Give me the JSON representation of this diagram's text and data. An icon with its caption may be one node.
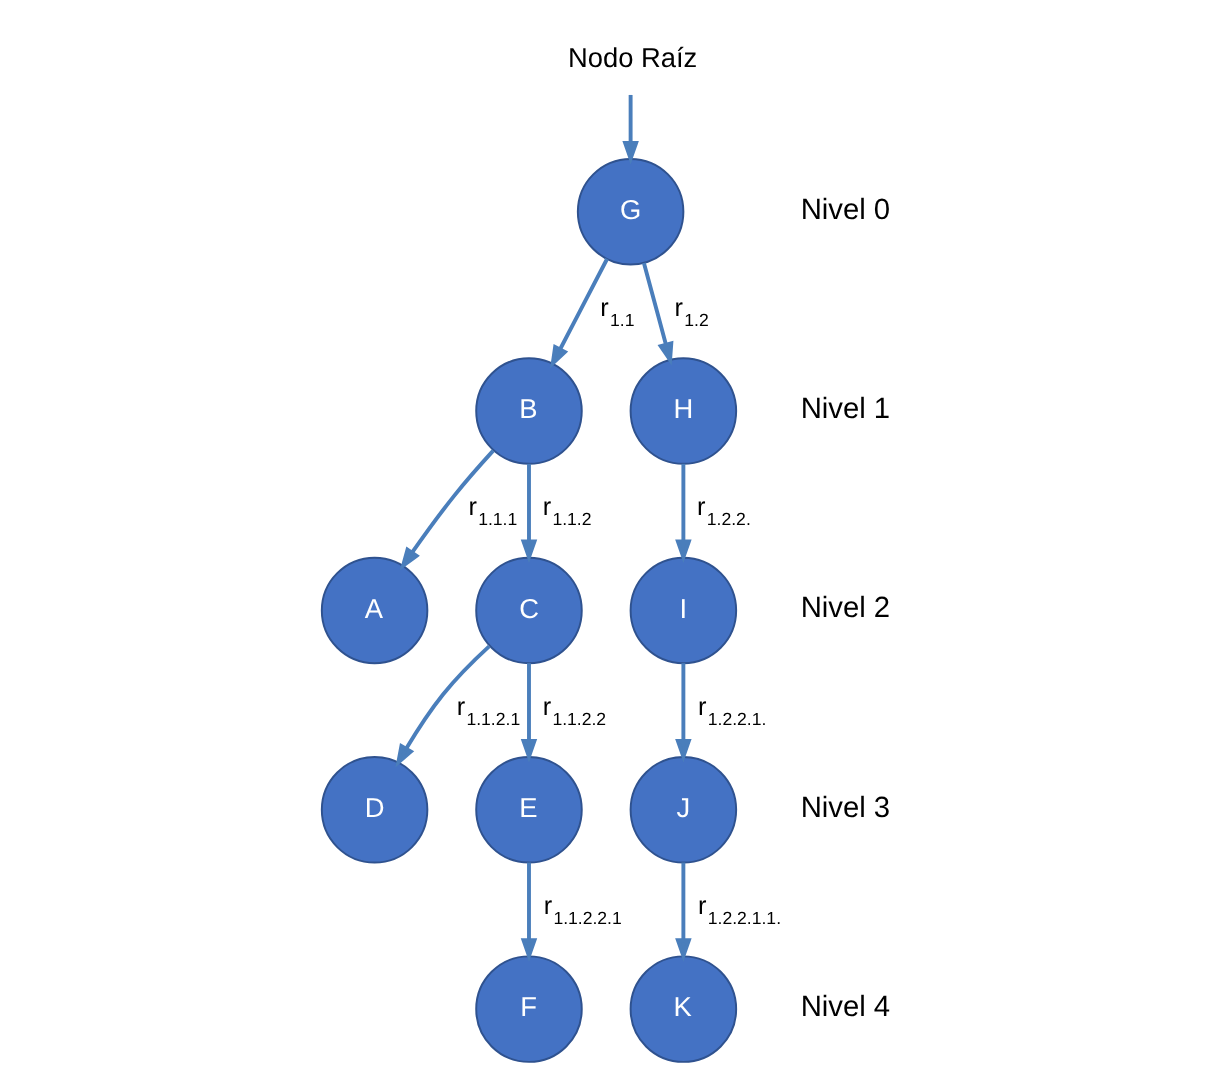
{
  "diagram": {
    "nodes": [
      {
        "text": [
          "Nodo Raíz"
        ]
      },
      {
        "text": [
          "G"
        ]
      },
      {
        "text": [
          "B"
        ]
      },
      {
        "text": [
          "H"
        ]
      },
      {
        "text": [
          "A"
        ]
      },
      {
        "text": [
          "C"
        ]
      },
      {
        "text": [
          "I"
        ]
      },
      {
        "text": [
          "D"
        ]
      },
      {
        "text": [
          "E"
        ]
      },
      {
        "text": [
          "J"
        ]
      },
      {
        "text": [
          "F"
        ]
      },
      {
        "text": [
          "K"
        ]
      }
    ],
    "edges": [
      {
        "from": 0,
        "to": 1,
        "arrow": "to"
      },
      {
        "from": 1,
        "to": 2,
        "arrow": "to",
        "label": "r$_{1.1}$"
      },
      {
        "from": 1,
        "to": 3,
        "arrow": "to",
        "label": "r$_{1.2}$"
      },
      {
        "from": 2,
        "to": 4,
        "arrow": "to",
        "label": "r$_{1.1.1}$"
      },
      {
        "from": 2,
        "to": 5,
        "arrow": "to",
        "label": "r$_{1.1.2}$"
      },
      {
        "from": 3,
        "to": 6,
        "arrow": "to",
        "label": "r$_{1.2.2.}$"
      },
      {
        "from": 5,
        "to": 7,
        "arrow": "to",
        "label": "r$_{1.1.2.1}$"
      },
      {
        "from": 5,
        "to": 8,
        "arrow": "to",
        "label": "r$_{1.1.2.2}$"
      },
      {
        "from": 6,
        "to": 9,
        "arrow": "to",
        "label": "r$_{1.2.2.1.}$"
      },
      {
        "from": 8,
        "to": 10,
        "arrow": "to",
        "label": "r$_{1.1.2.2.1}$"
      },
      {
        "from": 9,
        "to": 11,
        "arrow": "to",
        "label": "r$_{1.2.2.1.1.}$"
      }
    ],
    "labels": [
      "Nivel 0",
      "Nivel 1",
      "Nivel 2",
      "Nivel 3",
      "Nivel 4"
    ]
  }
}
